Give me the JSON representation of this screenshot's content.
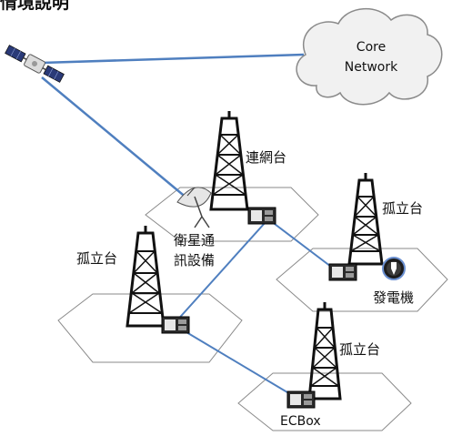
{
  "title": "情境說明",
  "cloud": {
    "line1": "Core",
    "line2": "Network"
  },
  "towers": {
    "networked": "連網台",
    "isolated_right": "孤立台",
    "isolated_left": "孤立台",
    "isolated_bottom": "孤立台"
  },
  "satellite_equipment": {
    "line1": "衛星通",
    "line2": "訊設備"
  },
  "generator": "發電機",
  "ecbox": "ECBox",
  "colors": {
    "link": "#4f7fbf",
    "hex_stroke": "#8a8a8a",
    "cloud_fill": "#f1f1f1",
    "tower": "#111111"
  }
}
